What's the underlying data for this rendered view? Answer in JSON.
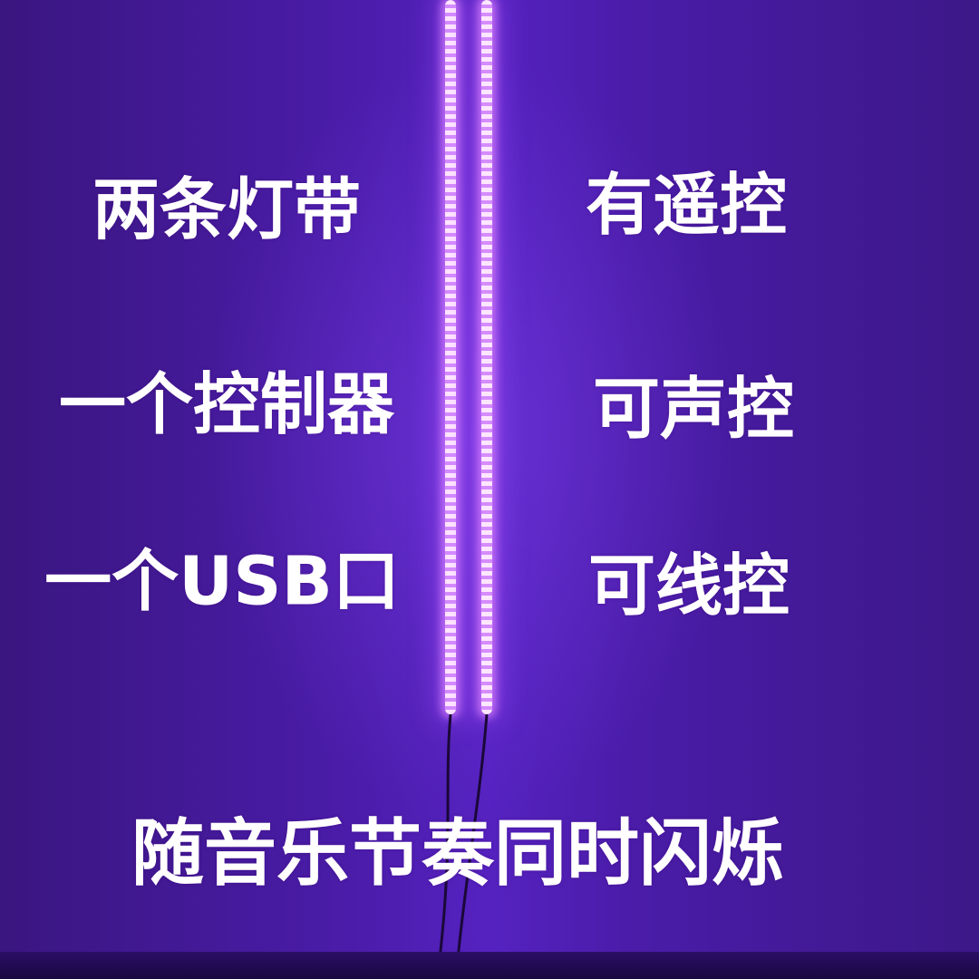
{
  "left_labels": [
    "两条灯带",
    "一个控制器",
    "一个USB口"
  ],
  "right_labels": [
    "有遥控",
    "可声控",
    "可线控"
  ],
  "bottom_caption": "随音乐节奏同时闪烁",
  "colors": {
    "background": "#4a1ca8",
    "led": "#e6a8ff",
    "text": "#ffffff"
  }
}
